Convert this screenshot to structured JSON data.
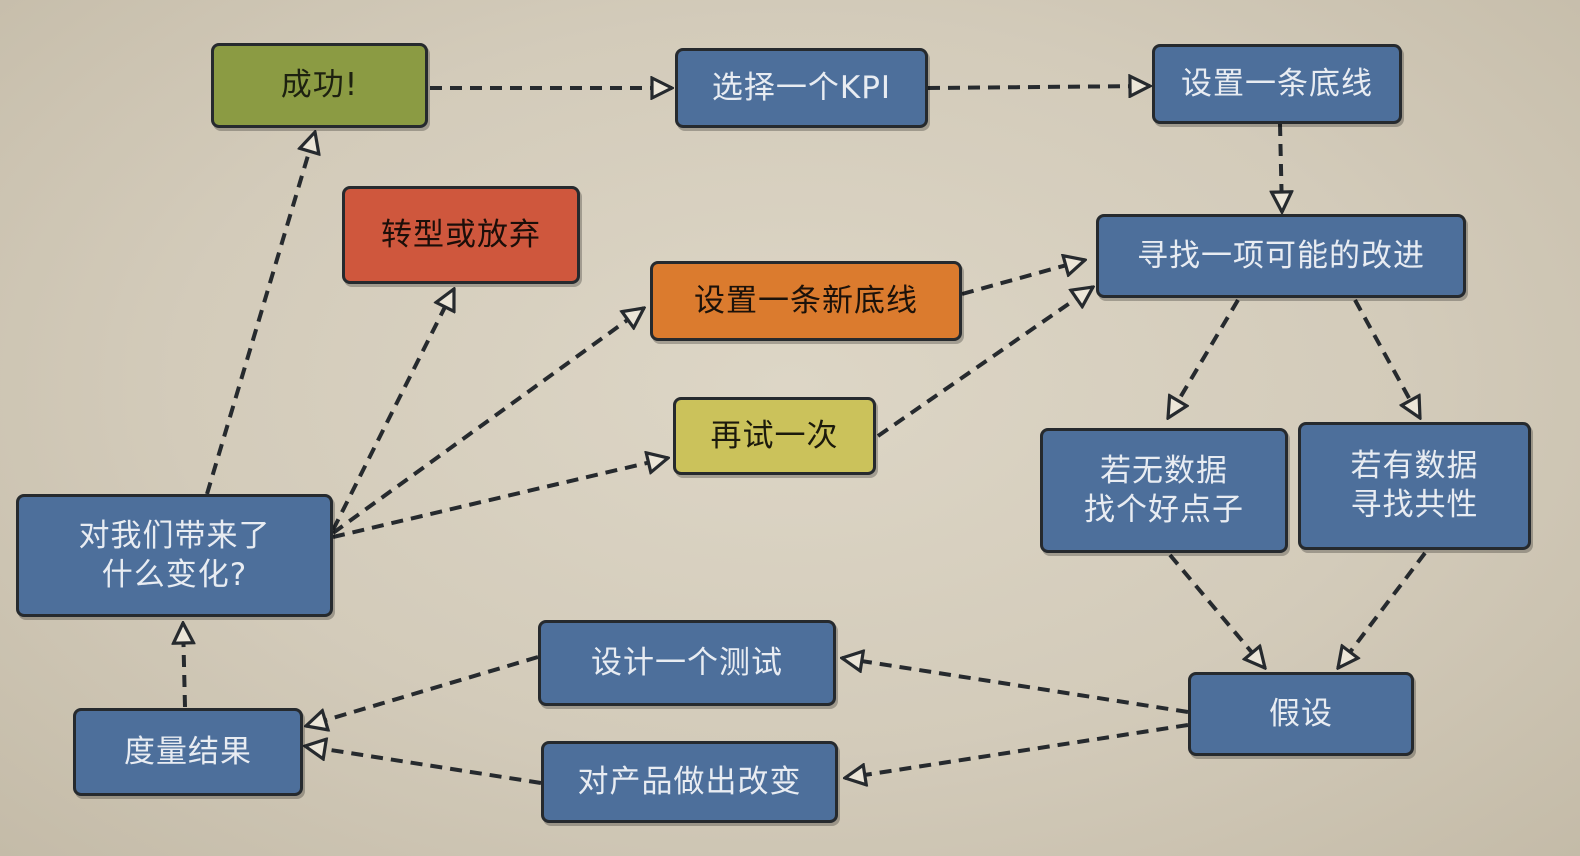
{
  "colors": {
    "background": "#d6cfbf",
    "node_blue": "#4d6f9b",
    "node_olive": "#8b9b43",
    "node_red": "#cf573d",
    "node_orange": "#db7b2e",
    "node_yellow": "#cbc25b",
    "edge": "#262a2e"
  },
  "nodes": {
    "success": "成功!",
    "choose_kpi": "选择一个KPI",
    "set_baseline": "设置一条底线",
    "find_improvement": "寻找一项可能的改进",
    "pivot_or_quit": "转型或放弃",
    "set_new_baseline": "设置一条新底线",
    "try_again": "再试一次",
    "no_data": "若无数据\n找个好点子",
    "has_data": "若有数据\n寻找共性",
    "what_changed": "对我们带来了\n什么变化?",
    "design_test": "设计一个测试",
    "hypothesis": "假设",
    "measure_results": "度量结果",
    "change_product": "对产品做出改变"
  },
  "edges": [
    {
      "from": "success",
      "to": "choose_kpi"
    },
    {
      "from": "choose_kpi",
      "to": "set_baseline"
    },
    {
      "from": "set_baseline",
      "to": "find_improvement"
    },
    {
      "from": "find_improvement",
      "to": "no_data"
    },
    {
      "from": "find_improvement",
      "to": "has_data"
    },
    {
      "from": "no_data",
      "to": "hypothesis"
    },
    {
      "from": "has_data",
      "to": "hypothesis"
    },
    {
      "from": "hypothesis",
      "to": "design_test"
    },
    {
      "from": "hypothesis",
      "to": "change_product"
    },
    {
      "from": "design_test",
      "to": "measure_results"
    },
    {
      "from": "change_product",
      "to": "measure_results"
    },
    {
      "from": "measure_results",
      "to": "what_changed"
    },
    {
      "from": "what_changed",
      "to": "success"
    },
    {
      "from": "what_changed",
      "to": "pivot_or_quit"
    },
    {
      "from": "what_changed",
      "to": "set_new_baseline"
    },
    {
      "from": "what_changed",
      "to": "try_again"
    },
    {
      "from": "set_new_baseline",
      "to": "find_improvement"
    },
    {
      "from": "try_again",
      "to": "find_improvement"
    }
  ]
}
